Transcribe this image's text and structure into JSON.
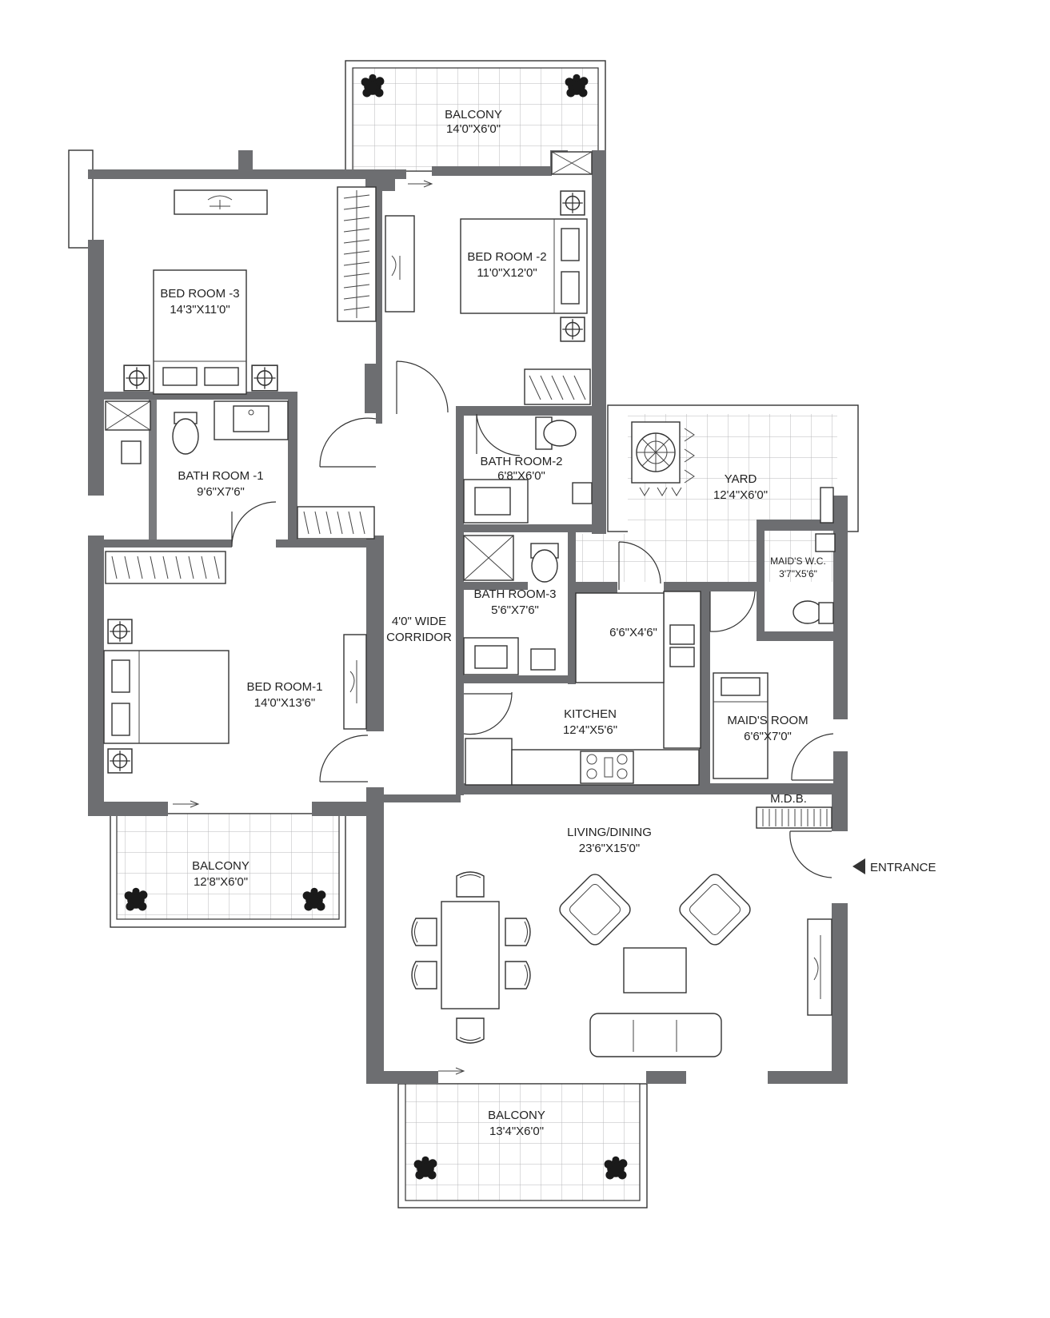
{
  "rooms": {
    "balcony_top": {
      "name": "BALCONY",
      "size": "14'0\"X6'0\""
    },
    "bed3": {
      "name": "BED ROOM -3",
      "size": "14'3\"X11'0\""
    },
    "bed2": {
      "name": "BED ROOM -2",
      "size": "11'0\"X12'0\""
    },
    "bath1": {
      "name": "BATH ROOM -1",
      "size": "9'6\"X7'6\""
    },
    "bath2": {
      "name": "BATH ROOM-2",
      "size": "6'8\"X6'0\""
    },
    "yard": {
      "name": "YARD",
      "size": "12'4\"X6'0\""
    },
    "maids_wc": {
      "name": "MAID'S W.C.",
      "size": "3'7\"X5'6\""
    },
    "bath3": {
      "name": "BATH ROOM-3",
      "size": "5'6\"X7'6\""
    },
    "corridor": {
      "line1": "4'0\" WIDE",
      "line2": "CORRIDOR"
    },
    "store": {
      "size": "6'6\"X4'6\""
    },
    "bed1": {
      "name": "BED ROOM-1",
      "size": "14'0\"X13'6\""
    },
    "kitchen": {
      "name": "KITCHEN",
      "size": "12'4\"X5'6\""
    },
    "maids_room": {
      "name": "MAID'S ROOM",
      "size": "6'6\"X7'0\""
    },
    "mdb": {
      "name": "M.D.B."
    },
    "living": {
      "name": "LIVING/DINING",
      "size": "23'6\"X15'0\""
    },
    "entrance": {
      "name": "ENTRANCE"
    },
    "balcony_left": {
      "name": "BALCONY",
      "size": "12'8\"X6'0\""
    },
    "balcony_bottom": {
      "name": "BALCONY",
      "size": "13'4\"X6'0\""
    }
  },
  "colors": {
    "wall": "#6d6e71",
    "tile": "#b9b9bb",
    "ink": "#222222"
  }
}
